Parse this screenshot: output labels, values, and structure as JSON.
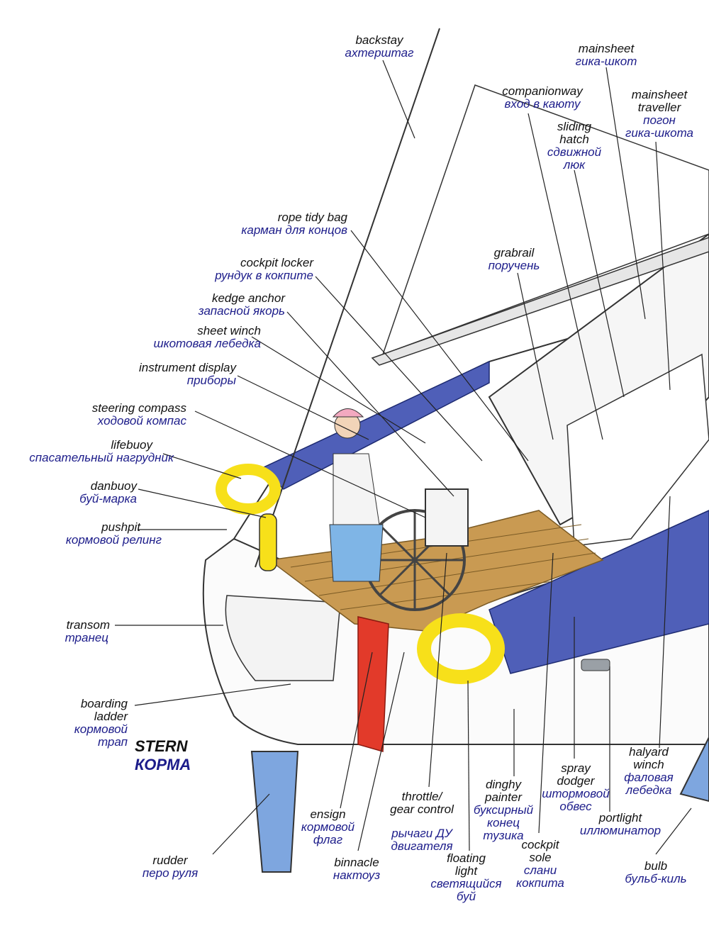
{
  "title": {
    "en": "STERN",
    "ru": "КОРМА"
  },
  "colors": {
    "english": "#111111",
    "russian": "#1c1c8a",
    "cushion_blue": "#4f5fb8",
    "lifebuoy_yellow": "#f7e01a",
    "teak": "#c99a52",
    "flag_red": "#e23a2a",
    "hull_blue": "#7ea6df"
  },
  "labels": {
    "backstay": {
      "en": "backstay",
      "ru": "ахтерштаг"
    },
    "mainsheet": {
      "en": "mainsheet",
      "ru": "гика-шкот"
    },
    "companionway": {
      "en": "companionway",
      "ru": "вход в каюту"
    },
    "mainsheet_traveller": {
      "en": [
        "mainsheet",
        "traveller"
      ],
      "ru": [
        "погон",
        "гика-шкота"
      ]
    },
    "sliding_hatch": {
      "en": [
        "sliding",
        "hatch"
      ],
      "ru": [
        "сдвижной",
        "люк"
      ]
    },
    "rope_tidy_bag": {
      "en": "rope tidy bag",
      "ru": "карман для концов"
    },
    "grabrail": {
      "en": "grabrail",
      "ru": "поручень"
    },
    "cockpit_locker": {
      "en": "cockpit locker",
      "ru": "рундук в кокпите"
    },
    "kedge_anchor": {
      "en": "kedge anchor",
      "ru": "запасной якорь"
    },
    "sheet_winch": {
      "en": "sheet winch",
      "ru": "шкотовая лебедка"
    },
    "instrument_display": {
      "en": "instrument display",
      "ru": "приборы"
    },
    "steering_compass": {
      "en": "steering compass",
      "ru": "ходовой компас"
    },
    "lifebuoy": {
      "en": "lifebuoy",
      "ru": "спасательный нагрудник"
    },
    "danbuoy": {
      "en": "danbuoy",
      "ru": "буй-марка"
    },
    "pushpit": {
      "en": "pushpit",
      "ru": "кормовой релинг"
    },
    "transom": {
      "en": "transom",
      "ru": "транец"
    },
    "boarding_ladder": {
      "en": [
        "boarding",
        "ladder"
      ],
      "ru": [
        "кормовой",
        "трап"
      ]
    },
    "halyard_winch": {
      "en": [
        "halyard",
        "winch"
      ],
      "ru": [
        "фаловая",
        "лебедка"
      ]
    },
    "spray_dodger": {
      "en": [
        "spray",
        "dodger"
      ],
      "ru": [
        "штормовой",
        "обвес"
      ]
    },
    "dinghy_painter": {
      "en": [
        "dinghy",
        "painter"
      ],
      "ru": [
        "буксирный",
        "конец",
        "тузика"
      ]
    },
    "portlight": {
      "en": "portlight",
      "ru": "иллюминатор"
    },
    "throttle": {
      "en": [
        "throttle/",
        "gear control"
      ],
      "ru": [
        "рычаги ДУ",
        "двигателя"
      ]
    },
    "ensign": {
      "en": "ensign",
      "ru": [
        "кормовой",
        "флаг"
      ]
    },
    "rudder": {
      "en": "rudder",
      "ru": "перо руля"
    },
    "binnacle": {
      "en": "binnacle",
      "ru": "нактоуз"
    },
    "floating_light": {
      "en": [
        "floating",
        "light"
      ],
      "ru": [
        "светящийся",
        "буй"
      ]
    },
    "cockpit_sole": {
      "en": [
        "cockpit",
        "sole"
      ],
      "ru": [
        "слани",
        "кокпита"
      ]
    },
    "bulb": {
      "en": "bulb",
      "ru": "бульб-киль"
    }
  }
}
